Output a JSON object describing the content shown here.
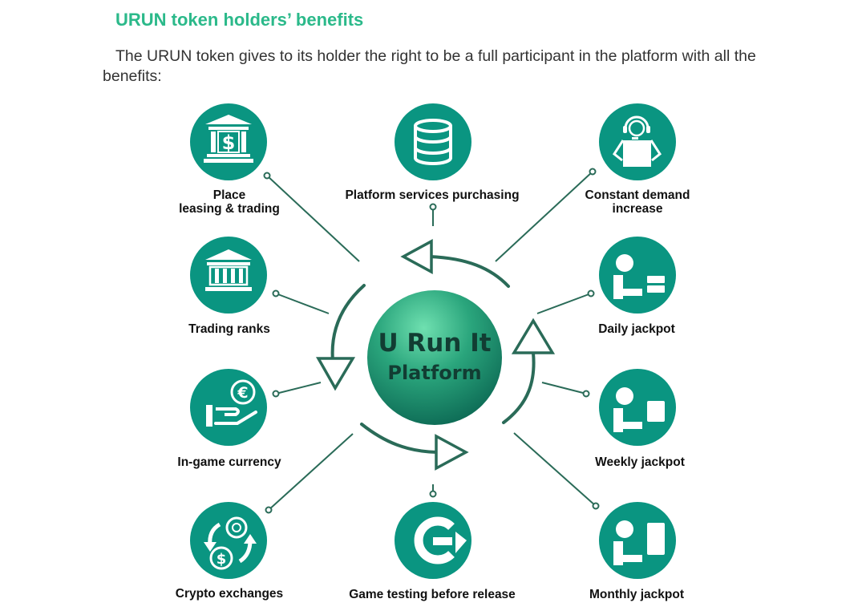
{
  "heading": "URUN token holders’ benefits",
  "intro": "The URUN token gives to its holder the right to be a full participant in the platform with all the benefits:",
  "center": {
    "line1": "U Run It",
    "line2": "Platform"
  },
  "colors": {
    "teal": "#0a9581",
    "line": "#2a6b58",
    "heading": "#2bb98a",
    "sphere_light": "#5ed8a6",
    "sphere_dark": "#0b6a56"
  },
  "benefits": {
    "place_leasing": {
      "line1": "Place",
      "line2": "leasing & trading",
      "icon": "bank-dollar-icon"
    },
    "platform_services": {
      "label": "Platform services purchasing",
      "icon": "database-icon"
    },
    "constant_demand": {
      "line1": "Constant demand",
      "line2": "increase",
      "icon": "support-agent-icon"
    },
    "trading_ranks": {
      "label": "Trading ranks",
      "icon": "bank-icon"
    },
    "daily_jackpot": {
      "label": "Daily jackpot",
      "icon": "person-receiving-icon"
    },
    "in_game_currency": {
      "label": "In-game currency",
      "icon": "euro-hand-icon"
    },
    "weekly_jackpot": {
      "label": "Weekly jackpot",
      "icon": "person-receiving-icon"
    },
    "crypto_exchanges": {
      "label": "Crypto exchanges",
      "icon": "currency-exchange-icon"
    },
    "game_testing": {
      "label": "Game testing before release",
      "icon": "g-logo-icon"
    },
    "monthly_jackpot": {
      "label": "Monthly jackpot",
      "icon": "person-receiving-icon"
    }
  }
}
